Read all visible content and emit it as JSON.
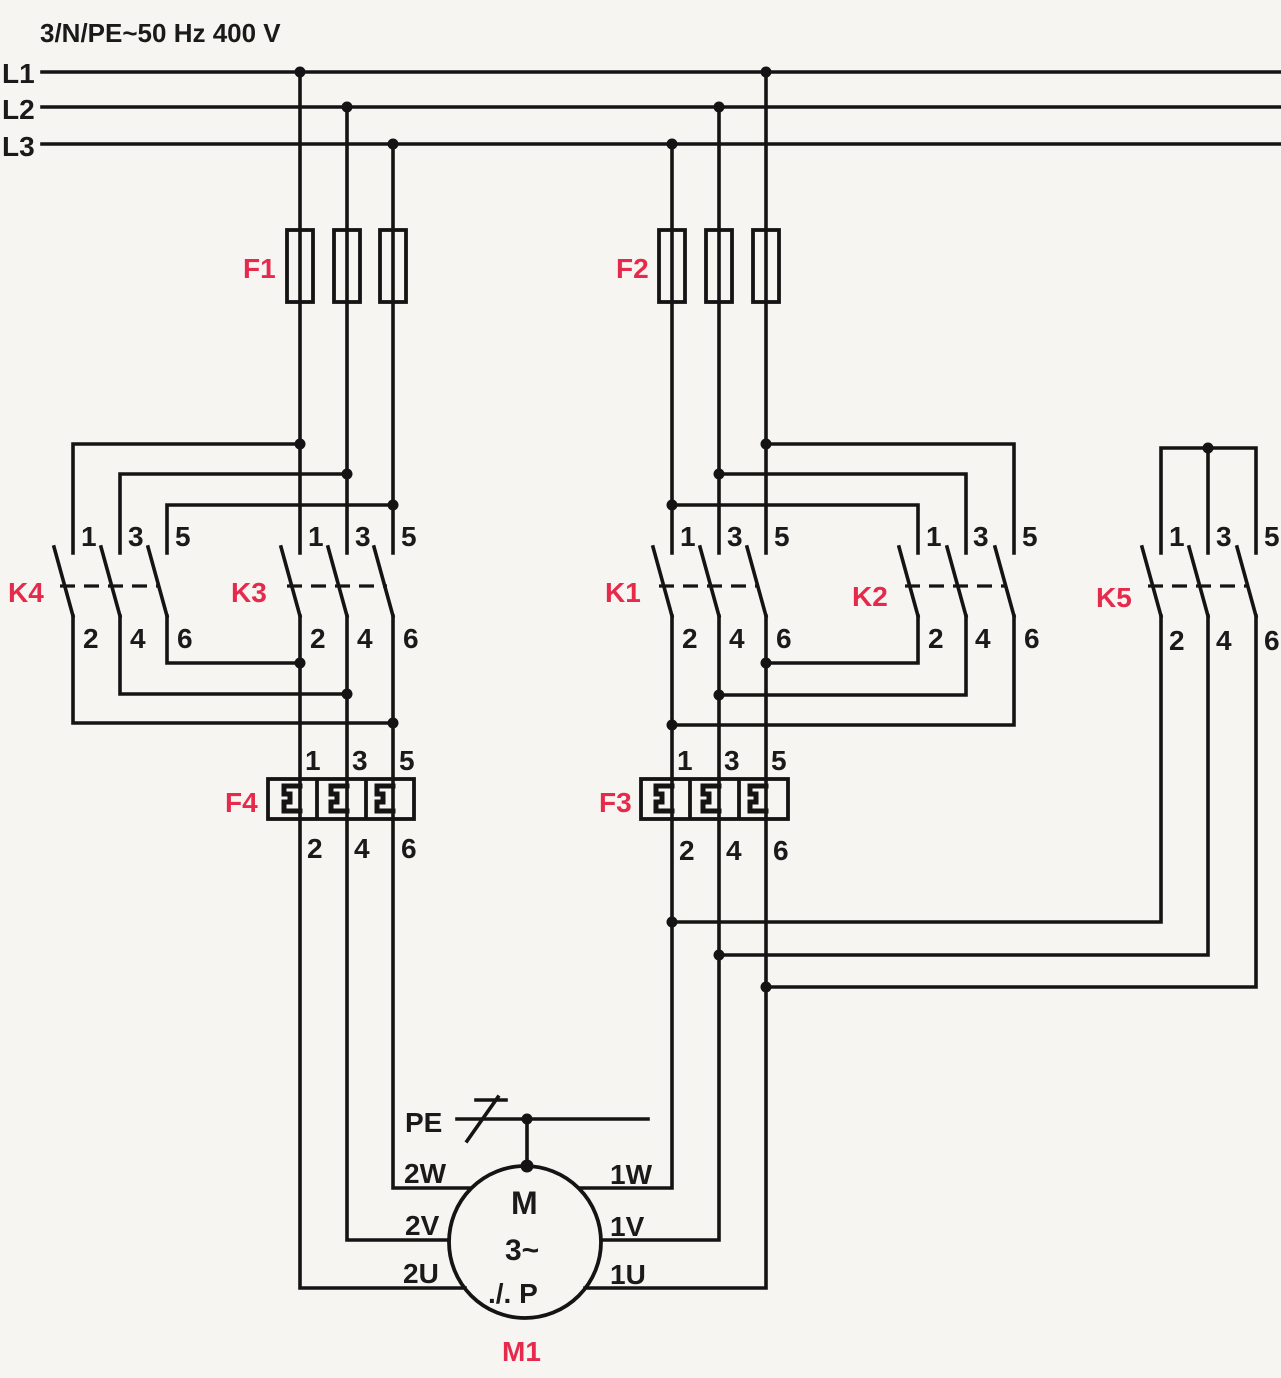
{
  "supply": {
    "label": "3/N/PE~50 Hz 400 V",
    "l1": "L1",
    "l2": "L2",
    "l3": "L3"
  },
  "labels": {
    "f1": "F1",
    "f2": "F2",
    "f3": "F3",
    "f4": "F4",
    "k1": "K1",
    "k2": "K2",
    "k3": "K3",
    "k4": "K4",
    "k5": "K5",
    "m1": "M1"
  },
  "terminals": {
    "n1": "1",
    "n2": "2",
    "n3": "3",
    "n4": "4",
    "n5": "5",
    "n6": "6"
  },
  "motor": {
    "line1": "M",
    "line2": "3~",
    "line3": "./. P",
    "pe": "PE",
    "t_2w": "2W",
    "t_2v": "2V",
    "t_2u": "2U",
    "t_1w": "1W",
    "t_1v": "1V",
    "t_1u": "1U"
  },
  "colors": {
    "wire": "#141414",
    "device_label": "#e62a4c",
    "paper": "#f6f5f2"
  }
}
